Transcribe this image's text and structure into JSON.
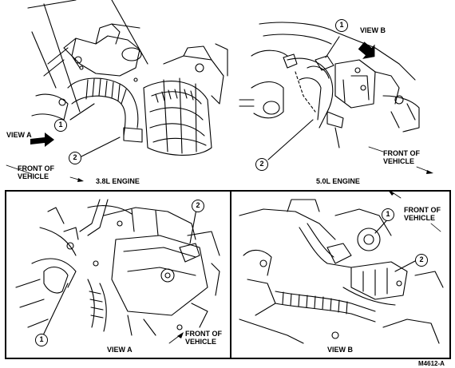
{
  "top_left": {
    "view_label": "VIEW A",
    "front_label_line1": "FRONT OF",
    "front_label_line2": "VEHICLE",
    "caption": "3.8L ENGINE",
    "callouts": [
      "1",
      "2"
    ]
  },
  "top_right": {
    "view_label": "VIEW B",
    "front_label_line1": "FRONT OF",
    "front_label_line2": "VEHICLE",
    "caption": "5.0L ENGINE",
    "callouts": [
      "1",
      "2"
    ]
  },
  "bottom_left": {
    "caption": "VIEW A",
    "front_label_line1": "FRONT OF",
    "front_label_line2": "VEHICLE",
    "callouts": [
      "2",
      "1"
    ]
  },
  "bottom_right": {
    "caption": "VIEW B",
    "front_label_line1": "FRONT OF",
    "front_label_line2": "VEHICLE",
    "callouts": [
      "1",
      "2"
    ]
  },
  "figure_id": "M4612-A"
}
